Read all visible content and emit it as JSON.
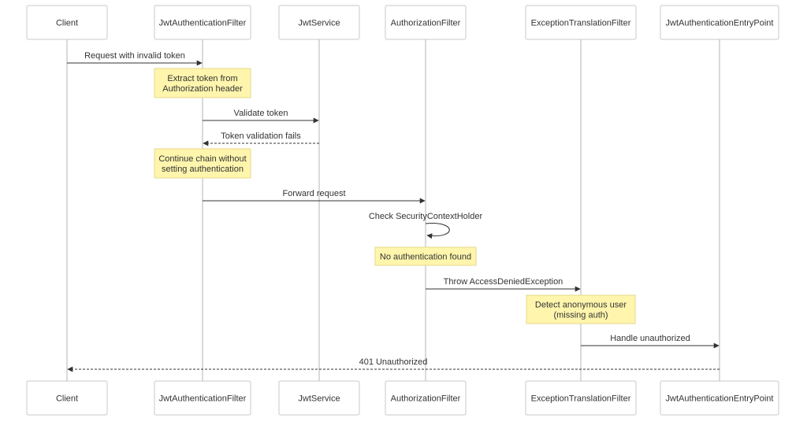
{
  "participants": [
    "Client",
    "JwtAuthenticationFilter",
    "JwtService",
    "AuthorizationFilter",
    "ExceptionTranslationFilter",
    "JwtAuthenticationEntryPoint"
  ],
  "messages": [
    {
      "from": 0,
      "to": 1,
      "label": "Request with invalid token",
      "style": "solid"
    },
    {
      "from": 1,
      "to": 2,
      "label": "Validate token",
      "style": "solid"
    },
    {
      "from": 2,
      "to": 1,
      "label": "Token validation fails",
      "style": "dashed"
    },
    {
      "from": 1,
      "to": 3,
      "label": "Forward request",
      "style": "solid"
    },
    {
      "from": 3,
      "to": 3,
      "label": "Check SecurityContextHolder",
      "style": "self"
    },
    {
      "from": 3,
      "to": 4,
      "label": "Throw AccessDeniedException",
      "style": "solid"
    },
    {
      "from": 4,
      "to": 5,
      "label": "Handle unauthorized",
      "style": "solid"
    },
    {
      "from": 5,
      "to": 0,
      "label": "401 Unauthorized",
      "style": "dashed"
    }
  ],
  "notes": [
    {
      "over": 1,
      "lines": [
        "Extract token from",
        "Authorization header"
      ]
    },
    {
      "over": 1,
      "lines": [
        "Continue chain without",
        "setting authentication"
      ]
    },
    {
      "over": 3,
      "lines": [
        "No authentication found"
      ]
    },
    {
      "over": 4,
      "lines": [
        "Detect anonymous user",
        "(missing auth)"
      ]
    }
  ],
  "colors": {
    "note_fill": "#fff5ad",
    "note_border": "#e6d98c",
    "line": "#333333",
    "lifeline": "#b4b4b4",
    "actor_border": "#c8c8c8"
  }
}
